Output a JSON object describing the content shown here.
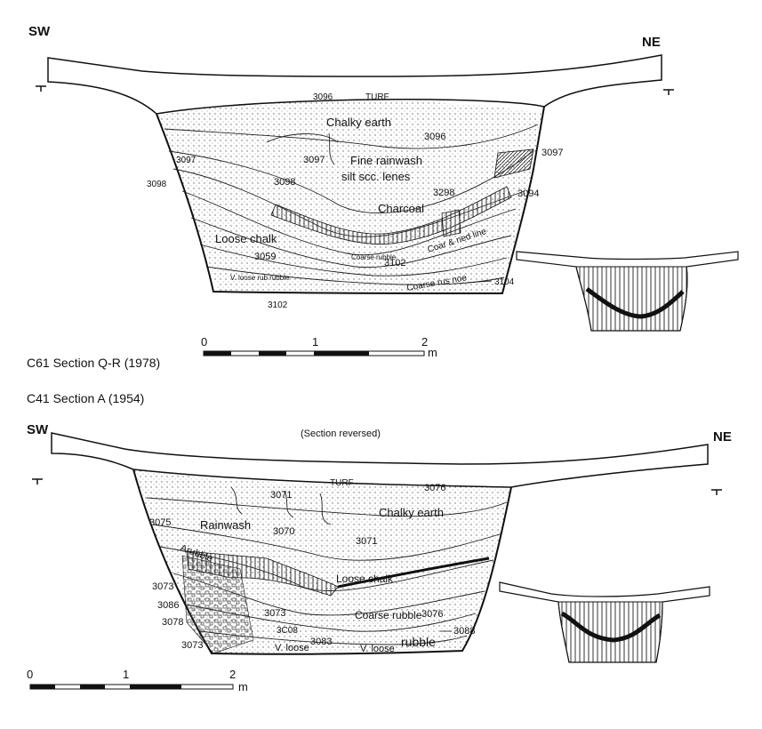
{
  "colors": {
    "ink": "#111111",
    "paper": "#ffffff",
    "hatch": "#333333",
    "texture": "#777777"
  },
  "section_top": {
    "caption": "C61 Section Q-R (1978)",
    "dir_left": "SW",
    "dir_right": "NE",
    "labels": {
      "turf_num": "3096",
      "turf": "TURF",
      "chalky_earth": "Chalky earth",
      "n3096b": "3096",
      "n3097a": "3097",
      "fine_rainwash_1": "Fine rainwash",
      "fine_rainwash_2": "silt scc. lenes",
      "n3097b": "3097",
      "n3097c": "3097",
      "n3098a": "3098",
      "n3098b": "3098",
      "n3298": "3298",
      "n3094": "3094",
      "charcoal": "Charcoal",
      "loose_chalk": "Loose chalk",
      "n3059": "3059",
      "coarse_rubble_small": "Coarse rubble",
      "n3102a": "3102",
      "coar_fine": "Coar & ned line",
      "coarse_rub_noe": "Coarse rus noe",
      "n3104": "3104",
      "v_loose": "V. loose rub rubble",
      "n3102b": "3102"
    },
    "scale": {
      "t0": "0",
      "t1": "1",
      "t2": "2",
      "unit": "m"
    }
  },
  "section_bottom": {
    "caption": "C41 Section A (1954)",
    "note": "(Section reversed)",
    "dir_left": "SW",
    "dir_right": "NE",
    "labels": {
      "turf": "TURF",
      "n3076a": "3076",
      "n3071a": "3071",
      "chalky_earth": "Chalky earth",
      "n3075": "3075",
      "rainwash": "Rainwash",
      "n3070": "3070",
      "n3071b": "3071",
      "arubble": "Arubble",
      "loose_chalk": "Loose chalk",
      "n3073a": "3073",
      "n3086": "3086",
      "n3078": "3078",
      "n3073b": "3073",
      "coarse_rubble": "Coarse rubble",
      "n3076b": "3076",
      "n3c08": "3C08",
      "n3073c": "3073",
      "v_loose_1": "V. loose",
      "n3083": "3083",
      "v_loose_2": "V. loose",
      "rubble": "rubble",
      "n3088": "3088"
    },
    "scale": {
      "t0": "0",
      "t1": "1",
      "t2": "2",
      "unit": "m"
    }
  }
}
